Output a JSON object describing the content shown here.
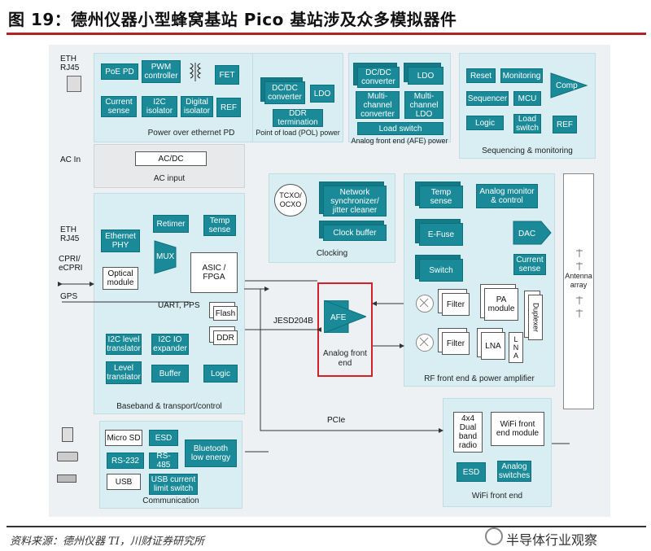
{
  "title": "图 19：德州仪器小型蜂窝基站 Pico 基站涉及众多模拟器件",
  "source": "资料来源：德州仪器 TI，川财证券研究所",
  "watermark": "半导体行业观察",
  "poe": {
    "label": "Power over ethernet PD",
    "ext_label": "ETH\nRJ45",
    "blocks": [
      "PoE PD",
      "PWM controller",
      "FET",
      "Current sense",
      "I2C isolator",
      "Digital isolator",
      "REF"
    ]
  },
  "pol": {
    "label": "Point of load (POL) power",
    "blocks": [
      "DC/DC converter",
      "LDO",
      "DDR termination"
    ]
  },
  "afe_power": {
    "label": "Analog front end (AFE) power",
    "blocks": [
      "DC/DC converter",
      "LDO",
      "Multi-channel converter",
      "Multi-channel LDO",
      "Load switch"
    ]
  },
  "seq": {
    "label": "Sequencing & monitoring",
    "blocks": [
      "Reset",
      "Monitoring",
      "Comp",
      "Sequencer",
      "MCU",
      "Logic",
      "Load switch",
      "REF"
    ]
  },
  "ac": {
    "label": "AC input",
    "ext_label": "AC In",
    "block": "AC/DC"
  },
  "clocking": {
    "label": "Clocking",
    "blocks": [
      "TCXO/ OCXO",
      "Network synchronizer/ jitter cleaner",
      "Clock buffer"
    ]
  },
  "baseband": {
    "label": "Baseband & transport/control",
    "ext": [
      "ETH RJ45",
      "CPRI/ eCPRI",
      "GPS"
    ],
    "blocks": [
      "Ethernet PHY",
      "Retimer",
      "Temp sense",
      "MUX",
      "ASIC / FPGA",
      "Optical module",
      "Flash",
      "DDR",
      "I2C level translator",
      "I2C IO expander",
      "Level translator",
      "Buffer",
      "Logic"
    ],
    "uart": "UART, PPS"
  },
  "afe": {
    "block": "AFE",
    "label": "Analog front end",
    "bus": "JESD204B"
  },
  "rf": {
    "label": "RF front end & power amplifier",
    "blocks": [
      "Temp sense",
      "Analog monitor & control",
      "E-Fuse",
      "DAC",
      "Switch",
      "Current sense",
      "Filter",
      "PA module",
      "Duplexer",
      "Filter",
      "LNA",
      "L N A"
    ]
  },
  "antenna": "Antenna array",
  "pcie": "PCIe",
  "comm": {
    "label": "Communication",
    "blocks": [
      "Micro SD",
      "ESD",
      "RS-232",
      "RS-485",
      "Bluetooth low energy",
      "USB",
      "USB current limit switch"
    ]
  },
  "wifi": {
    "label": "WiFi front end",
    "blocks": [
      "4x4 Dual band radio",
      "WiFi front end module",
      "ESD",
      "Analog switches"
    ]
  },
  "colors": {
    "block": "#1a8a99",
    "region": "#d8eef3",
    "highlight": "#d32029",
    "rule": "#b22222"
  }
}
